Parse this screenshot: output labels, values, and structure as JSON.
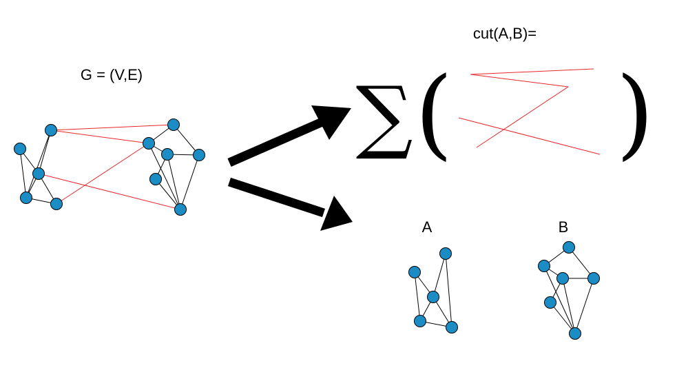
{
  "labels": {
    "graph_title": "G = (V,E)",
    "cut_title": "cut(A,B)=",
    "set_a": "A",
    "set_b": "B",
    "sum_symbol": "∑",
    "paren_open": "(",
    "paren_close": ")"
  },
  "colors": {
    "node_fill": "#1b8dc4",
    "node_stroke": "#000000",
    "edge_intra": "#000000",
    "edge_cut": "#e8262a",
    "arrow": "#000000"
  }
}
